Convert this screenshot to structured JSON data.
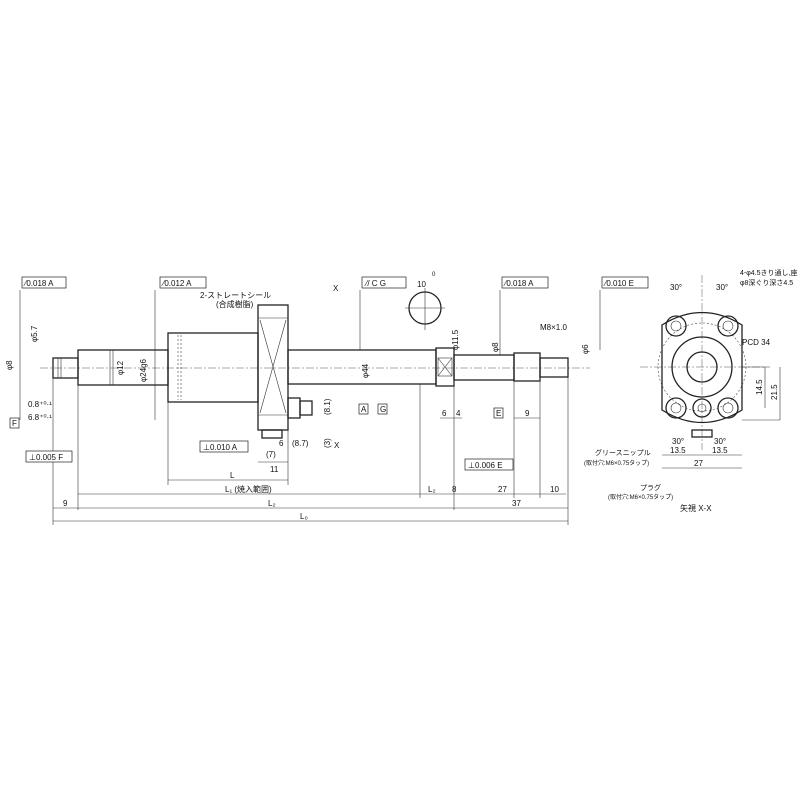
{
  "drawing": {
    "tol_runout_left": "⁄0.018 A",
    "tol_runout_nut": "⁄0.012 A",
    "seal_label": "2-ストレートシール",
    "seal_sub": "(合成樹脂)",
    "section_mark": "X",
    "tol_flange": "⁄/ C G",
    "flat_width": "10",
    "flat_tol": "0",
    "tol_runout_right": "⁄0.018 A",
    "tol_runout_flange_view": "⁄0.010 E",
    "holes_label": "4-φ4.5きり通し,座",
    "holes_sub": "φ8深ぐり深さ4.5",
    "angle_top_left": "30°",
    "angle_top_right": "30°",
    "pcd": "PCD 34",
    "thread": "M8×1.0",
    "dia_11_5": "φ11.5",
    "dia_44": "φ44",
    "dia_12": "φ12",
    "dia_24": "φ24g6",
    "dia_5_7": "φ5.7",
    "dia_8_left": "φ8",
    "dia_8_right": "φ8",
    "dia_6_right": "φ6",
    "groove_0_8": "0.8⁺⁰·¹",
    "groove_6_8": "6.8⁺⁰·¹",
    "datum_f": "F",
    "datum_a": "A",
    "datum_g": "G",
    "datum_e": "E",
    "dim_8_1": "(8.1)",
    "dim_3": "(3)",
    "dim_6_a": "6",
    "dim_4": "4",
    "dim_9_right": "9",
    "tol_perp_nut": "⊥0.010 A",
    "dim_6_b": "6",
    "dim_8_7": "(8.7)",
    "dim_7": "(7)",
    "dim_11": "11",
    "tol_perp_left": "⊥0.005 F",
    "tol_perp_right": "⊥0.006 E",
    "dim_L": "L",
    "dim_L1": "L₁ (焼入範囲)",
    "dim_L3": "L₂",
    "dim_8": "8",
    "dim_27": "27",
    "dim_10": "10",
    "dim_9_left": "9",
    "dim_L2": "L₂",
    "dim_37": "37",
    "dim_L0": "L₀",
    "angle_bot_left": "30°",
    "angle_bot_right": "30°",
    "dim_13_5_l": "13.5",
    "dim_13_5_r": "13.5",
    "dim_27_view": "27",
    "dim_14_5": "14.5",
    "dim_21_5": "21.5",
    "grease_label": "グリースニップル",
    "grease_sub": "(取付穴:M6×0.75タップ)",
    "plug_label": "プラグ",
    "plug_sub": "(取付穴:M6×0.75タップ)",
    "view_label": "矢視 X-X"
  }
}
